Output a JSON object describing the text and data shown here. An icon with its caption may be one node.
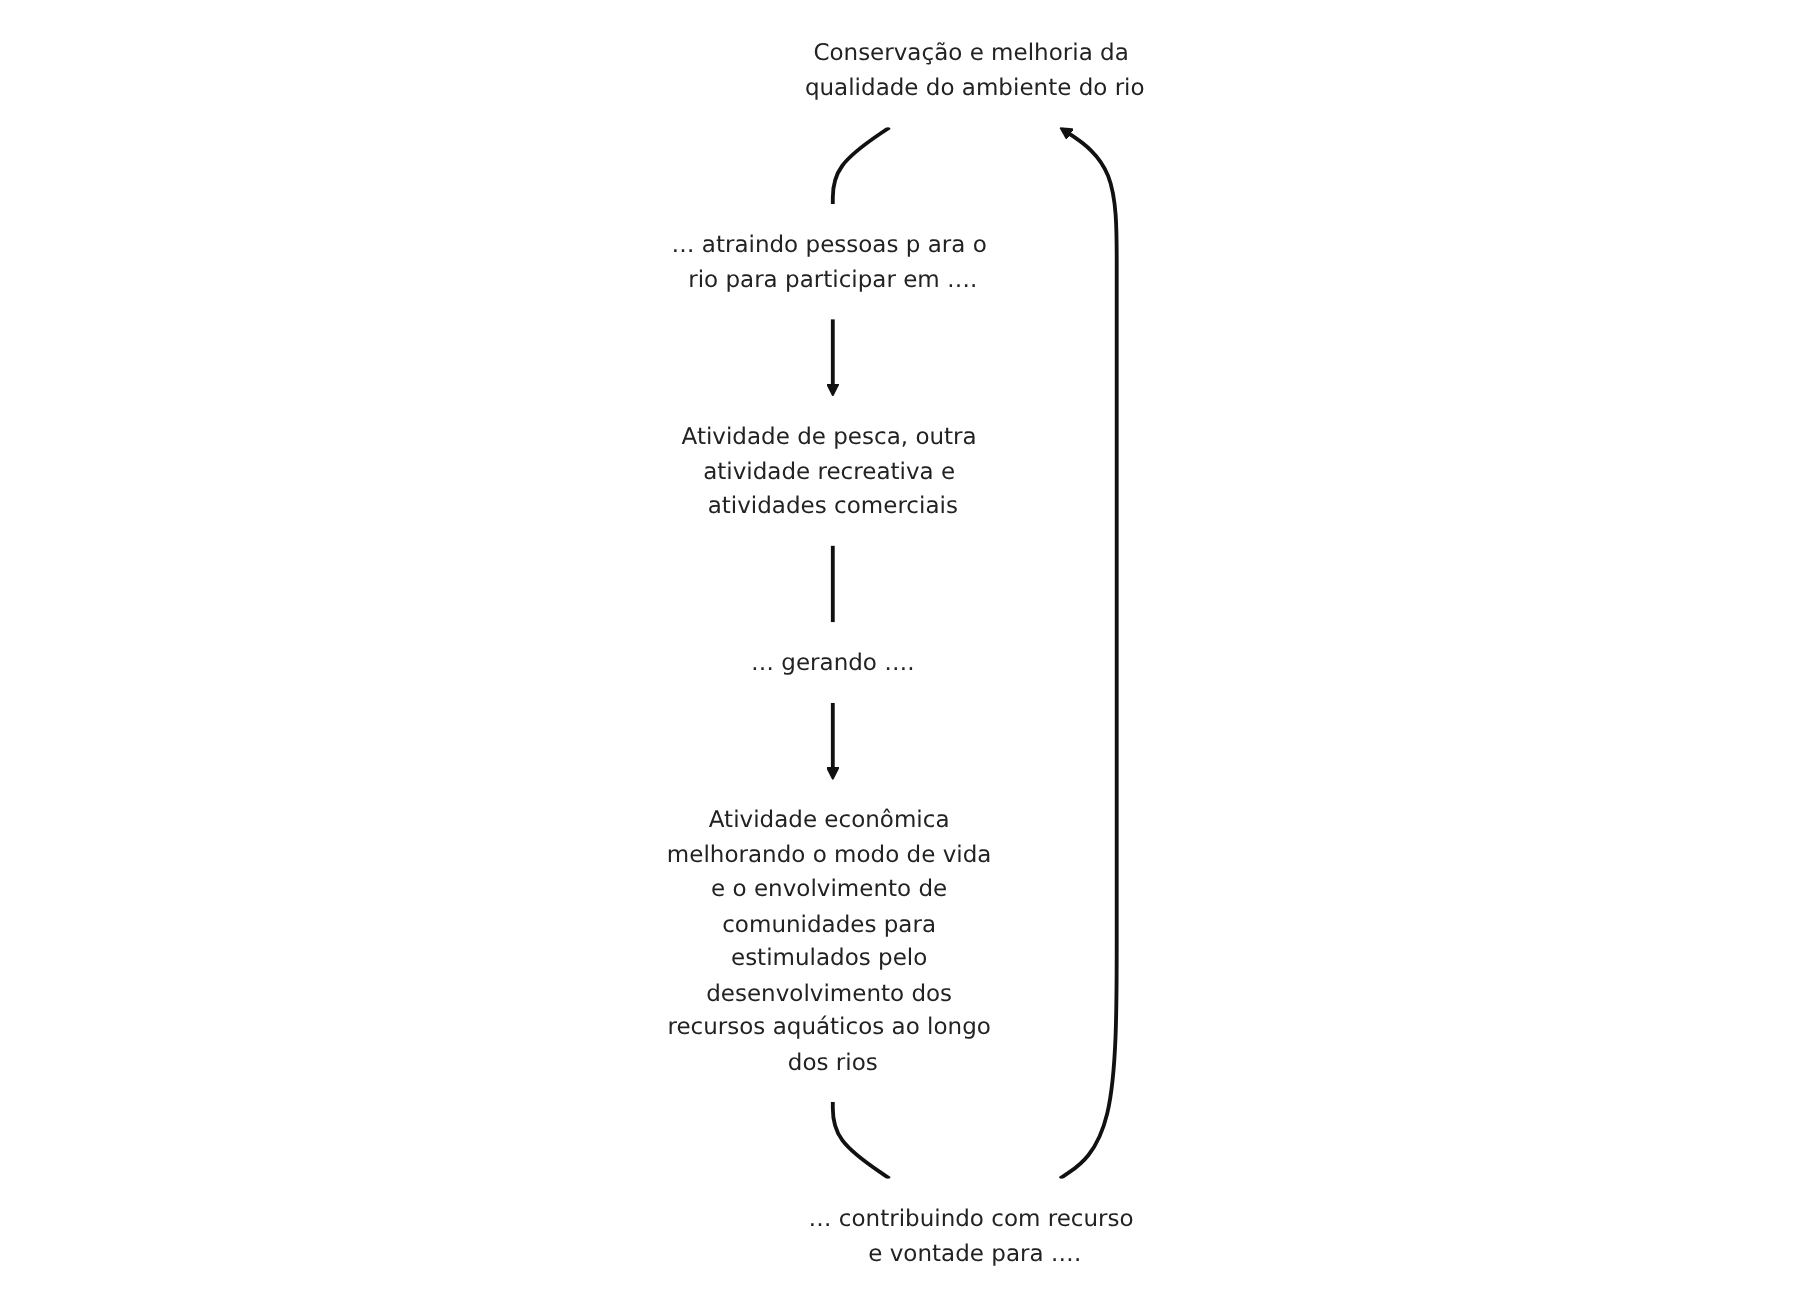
{
  "diagram": {
    "nodes": [
      {
        "text": [
          "Conservação e melhoria da qualidade do ambiente do rio"
        ]
      },
      {
        "text": [
          "… atraindo pessoas p ara o rio para participar em …."
        ]
      },
      {
        "text": [
          "… contribuindo com recurso e vontade para …."
        ]
      },
      {
        "text": [
          "Atividade de pesca, outra atividade recreativa e atividades comerciais"
        ]
      },
      {
        "text": [
          "Atividade econômica melhorando o modo de vida e o envolvimento de comunidades para estimulados pelo desenvolvimento dos recursos aquáticos ao longo dos rios"
        ]
      },
      {
        "text": [
          "… gerando …."
        ]
      }
    ],
    "edges": [
      {
        "from": 0,
        "to": 1,
        "arrow": "none"
      },
      {
        "from": 1,
        "to": 3,
        "arrow": "to"
      },
      {
        "from": 3,
        "to": 5,
        "arrow": "none"
      },
      {
        "from": 5,
        "to": 4,
        "arrow": "to"
      },
      {
        "from": 4,
        "to": 2,
        "arrow": "none"
      },
      {
        "from": 2,
        "to": 0,
        "arrow": "to"
      }
    ]
  }
}
